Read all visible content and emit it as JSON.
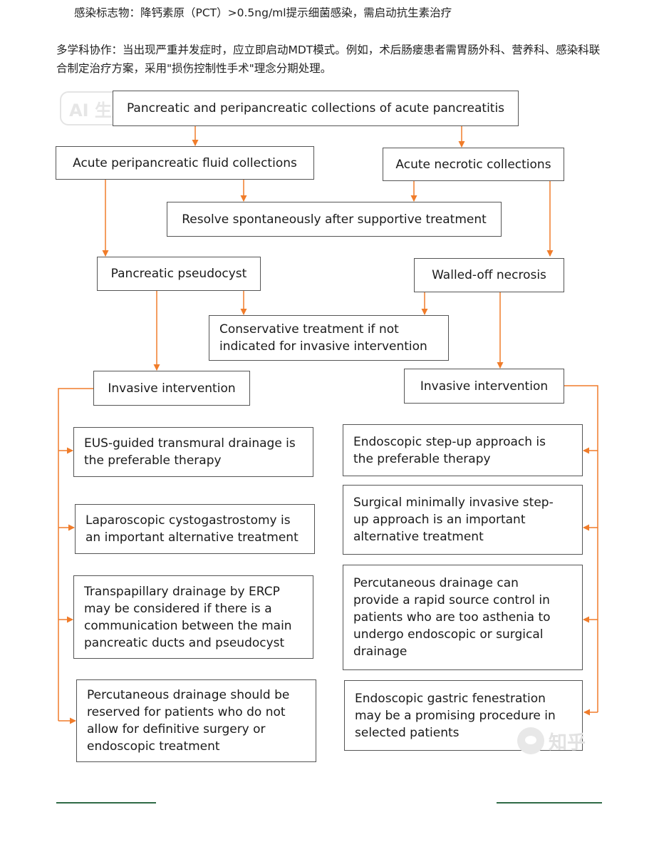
{
  "text": {
    "line1": "感染标志物：降钙素原（PCT）>0.5ng/ml提示细菌感染，需启动抗生素治疗",
    "para2": "多学科协作：当出现严重并发症时，应立即启动MDT模式。例如，术后肠瘘患者需胃肠外科、营养科、感染科联合制定治疗方案，采用\"损伤控制性手术\"理念分期处理。"
  },
  "flowchart": {
    "top": "Pancreatic and peripancreatic collections of acute pancreatitis",
    "apfc": "Acute peripancreatic fluid  collections",
    "anc": "Acute necrotic collections",
    "resolve": "Resolve spontaneously after supportive treatment",
    "pseudocyst": "Pancreatic pseudocyst",
    "won": "Walled-off necrosis",
    "conservative": [
      "Conservative treatment if not",
      "indicated for invasive intervention"
    ],
    "invasive_left": "Invasive intervention",
    "invasive_right": "Invasive intervention",
    "left_options": [
      [
        "EUS-guided transmural drainage is",
        "the preferable therapy"
      ],
      [
        "Laparoscopic cystogastrostomy is",
        "an important alternative treatment"
      ],
      [
        "Transpapillary drainage by ERCP",
        "may be considered if there is a",
        "communication between the main",
        "pancreatic ducts and pseudocyst"
      ],
      [
        "Percutaneous drainage should be",
        "reserved for patients who do not",
        "allow for definitive surgery or",
        "endoscopic treatment"
      ]
    ],
    "right_options": [
      [
        "Endoscopic step-up approach is",
        "the preferable therapy"
      ],
      [
        "Surgical minimally invasive step-",
        "up approach is an important",
        "alternative treatment"
      ],
      [
        "Percutaneous drainage can",
        "provide a rapid source control in",
        "patients who are too asthenia to",
        "undergo endoscopic or surgical",
        "drainage"
      ],
      [
        "Endoscopic gastric  fenestration",
        "may be a promising procedure in",
        "selected patients"
      ]
    ],
    "arrow_color": "#f07c2a",
    "border_color": "#555555"
  },
  "watermarks": {
    "top_left": "AI 生成",
    "bottom_right": "知乎"
  },
  "colors": {
    "divider": "#2f6b46"
  }
}
